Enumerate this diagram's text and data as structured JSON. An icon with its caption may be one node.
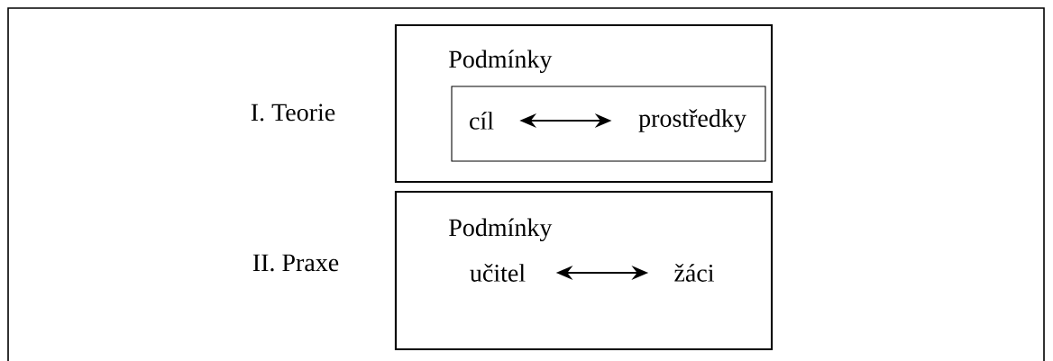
{
  "diagram": {
    "nodes": [
      {
        "text": [
          "Podmínky"
        ],
        "beside": [
          "I. Teorie"
        ]
      },
      {
        "text": [],
        "shape": "box",
        "in": 0
      },
      {
        "text": [
          "cíl"
        ],
        "in": 1
      },
      {
        "text": [
          "prostředky"
        ],
        "in": 1
      },
      {
        "text": [
          "Podmínky"
        ],
        "beside": [
          "II. Praxe"
        ]
      },
      {
        "text": [
          "učitel"
        ],
        "in": 4
      },
      {
        "text": [
          "žáci"
        ],
        "in": 4
      }
    ],
    "edges": [
      {
        "from": 2,
        "to": 3,
        "arrow": "both"
      },
      {
        "from": 5,
        "to": 6,
        "arrow": "both"
      }
    ]
  }
}
